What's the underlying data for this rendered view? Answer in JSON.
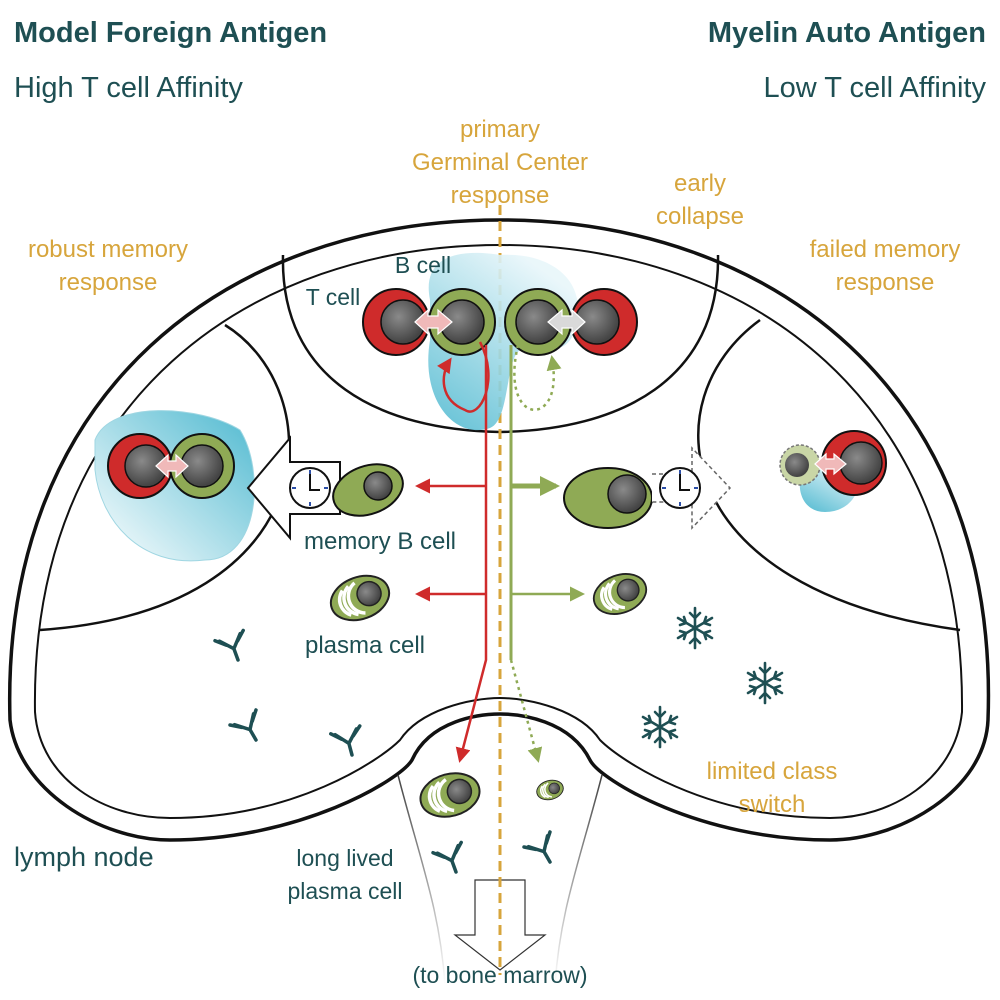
{
  "header": {
    "left_title": "Model Foreign Antigen",
    "left_subtitle": "High T cell Affinity",
    "right_title": "Myelin Auto Antigen",
    "right_subtitle": "Low T cell Affinity"
  },
  "center": {
    "line1": "primary",
    "line2": "Germinal Center",
    "line3": "response"
  },
  "labels": {
    "early_collapse_1": "early",
    "early_collapse_2": "collapse",
    "robust_1": "robust memory",
    "robust_2": "response",
    "failed_1": "failed memory",
    "failed_2": "response",
    "b_cell": "B cell",
    "t_cell": "T cell",
    "memory_b_cell": "memory B cell",
    "plasma_cell": "plasma cell",
    "limited_1": "limited class",
    "limited_2": "switch",
    "lymph_node": "lymph node",
    "long_lived_1": "long lived",
    "long_lived_2": "plasma cell",
    "bone_marrow": "(to bone marrow)"
  },
  "colors": {
    "teal_text": "#1e4f53",
    "gold_text": "#d7a53c",
    "red": "#cf2b2b",
    "green": "#8faa55",
    "blue": "#5bc2d6",
    "grey": "#5a5a5a"
  }
}
